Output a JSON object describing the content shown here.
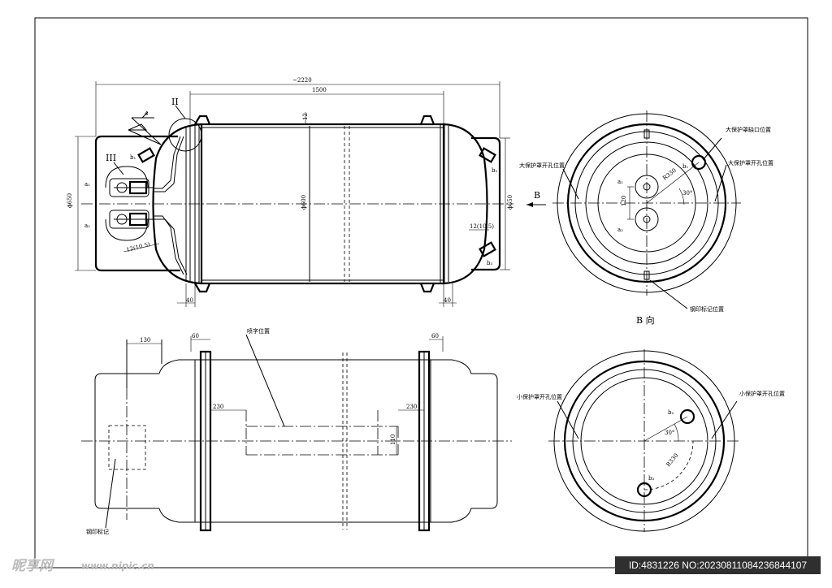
{
  "dimensions": {
    "overall_length": "~2220",
    "body_length": "1500",
    "wall_12": "12",
    "end_ring_left": "40",
    "end_ring_right": "40",
    "dia_650_left": "ϕ650",
    "dia_650_right": "ϕ650",
    "dia_600": "ϕ600",
    "thk_left": "12(10.5)",
    "thk_right": "12(10.5)",
    "spacing_120": "120",
    "radius_330_top": "R330",
    "radius_330_bottom": "R330",
    "angle_30_top": "30°",
    "angle_30_bottom": "30°",
    "width_130": "130",
    "ring_60_left": "60",
    "ring_60_right": "60",
    "offset_230_left": "230",
    "offset_230_right": "230",
    "label_height_110": "110"
  },
  "labels": {
    "detail_II": "II",
    "detail_III": "III",
    "valve_a1": "a₁",
    "valve_a2": "a₂",
    "b1": "b₁",
    "b2": "b₂",
    "b3": "b₃",
    "b1_right": "b₁",
    "b2_right": "b₂",
    "b3_right": "b₃",
    "a1_right": "a₁",
    "a2_right": "a₂",
    "arrow_B": "B",
    "view_B": "B  向",
    "large_shield_notch": "大保护罩缺口位置",
    "large_shield_hole_left": "大保护罩开孔位置",
    "large_shield_hole_right": "大保护罩开孔位置",
    "steel_stamp_position": "钢印标记位置",
    "spray_text_position": "喷字位置",
    "steel_stamp_mark": "钢印标记",
    "small_shield_hole_left": "小保护罩开孔位置",
    "small_shield_hole_right": "小保护罩开孔位置"
  },
  "watermark": {
    "brand": "昵享网",
    "url": "www.nipic.cn",
    "id_text": "ID:4831226 NO:20230811084236844107"
  }
}
